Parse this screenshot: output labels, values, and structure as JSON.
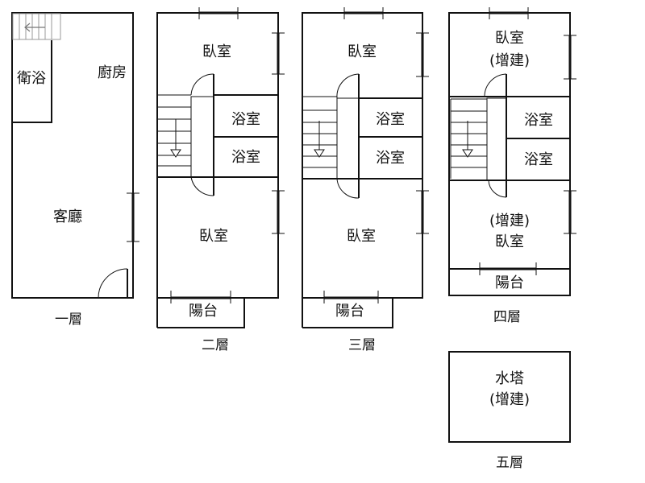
{
  "floor1": {
    "title": "一層",
    "rooms": {
      "bath": "衛浴",
      "kitchen": "廚房",
      "living": "客廳"
    }
  },
  "floor2": {
    "title": "二層",
    "rooms": {
      "bedroom_front": "臥室",
      "bath_upper": "浴室",
      "bath_lower": "浴室",
      "bedroom_rear": "臥室",
      "balcony": "陽台"
    }
  },
  "floor3": {
    "title": "三層",
    "rooms": {
      "bedroom_front": "臥室",
      "bath_upper": "浴室",
      "bath_lower": "浴室",
      "bedroom_rear": "臥室",
      "balcony": "陽台"
    }
  },
  "floor4": {
    "title": "四層",
    "rooms": {
      "bedroom_front": "臥室",
      "bedroom_front_note": "(增建)",
      "bath_upper": "浴室",
      "bath_lower": "浴室",
      "bedroom_rear_note": "(增建)",
      "bedroom_rear": "臥室",
      "balcony": "陽台"
    }
  },
  "floor5": {
    "title": "五層",
    "rooms": {
      "water_tower": "水塔",
      "water_tower_note": "(增建)"
    }
  }
}
